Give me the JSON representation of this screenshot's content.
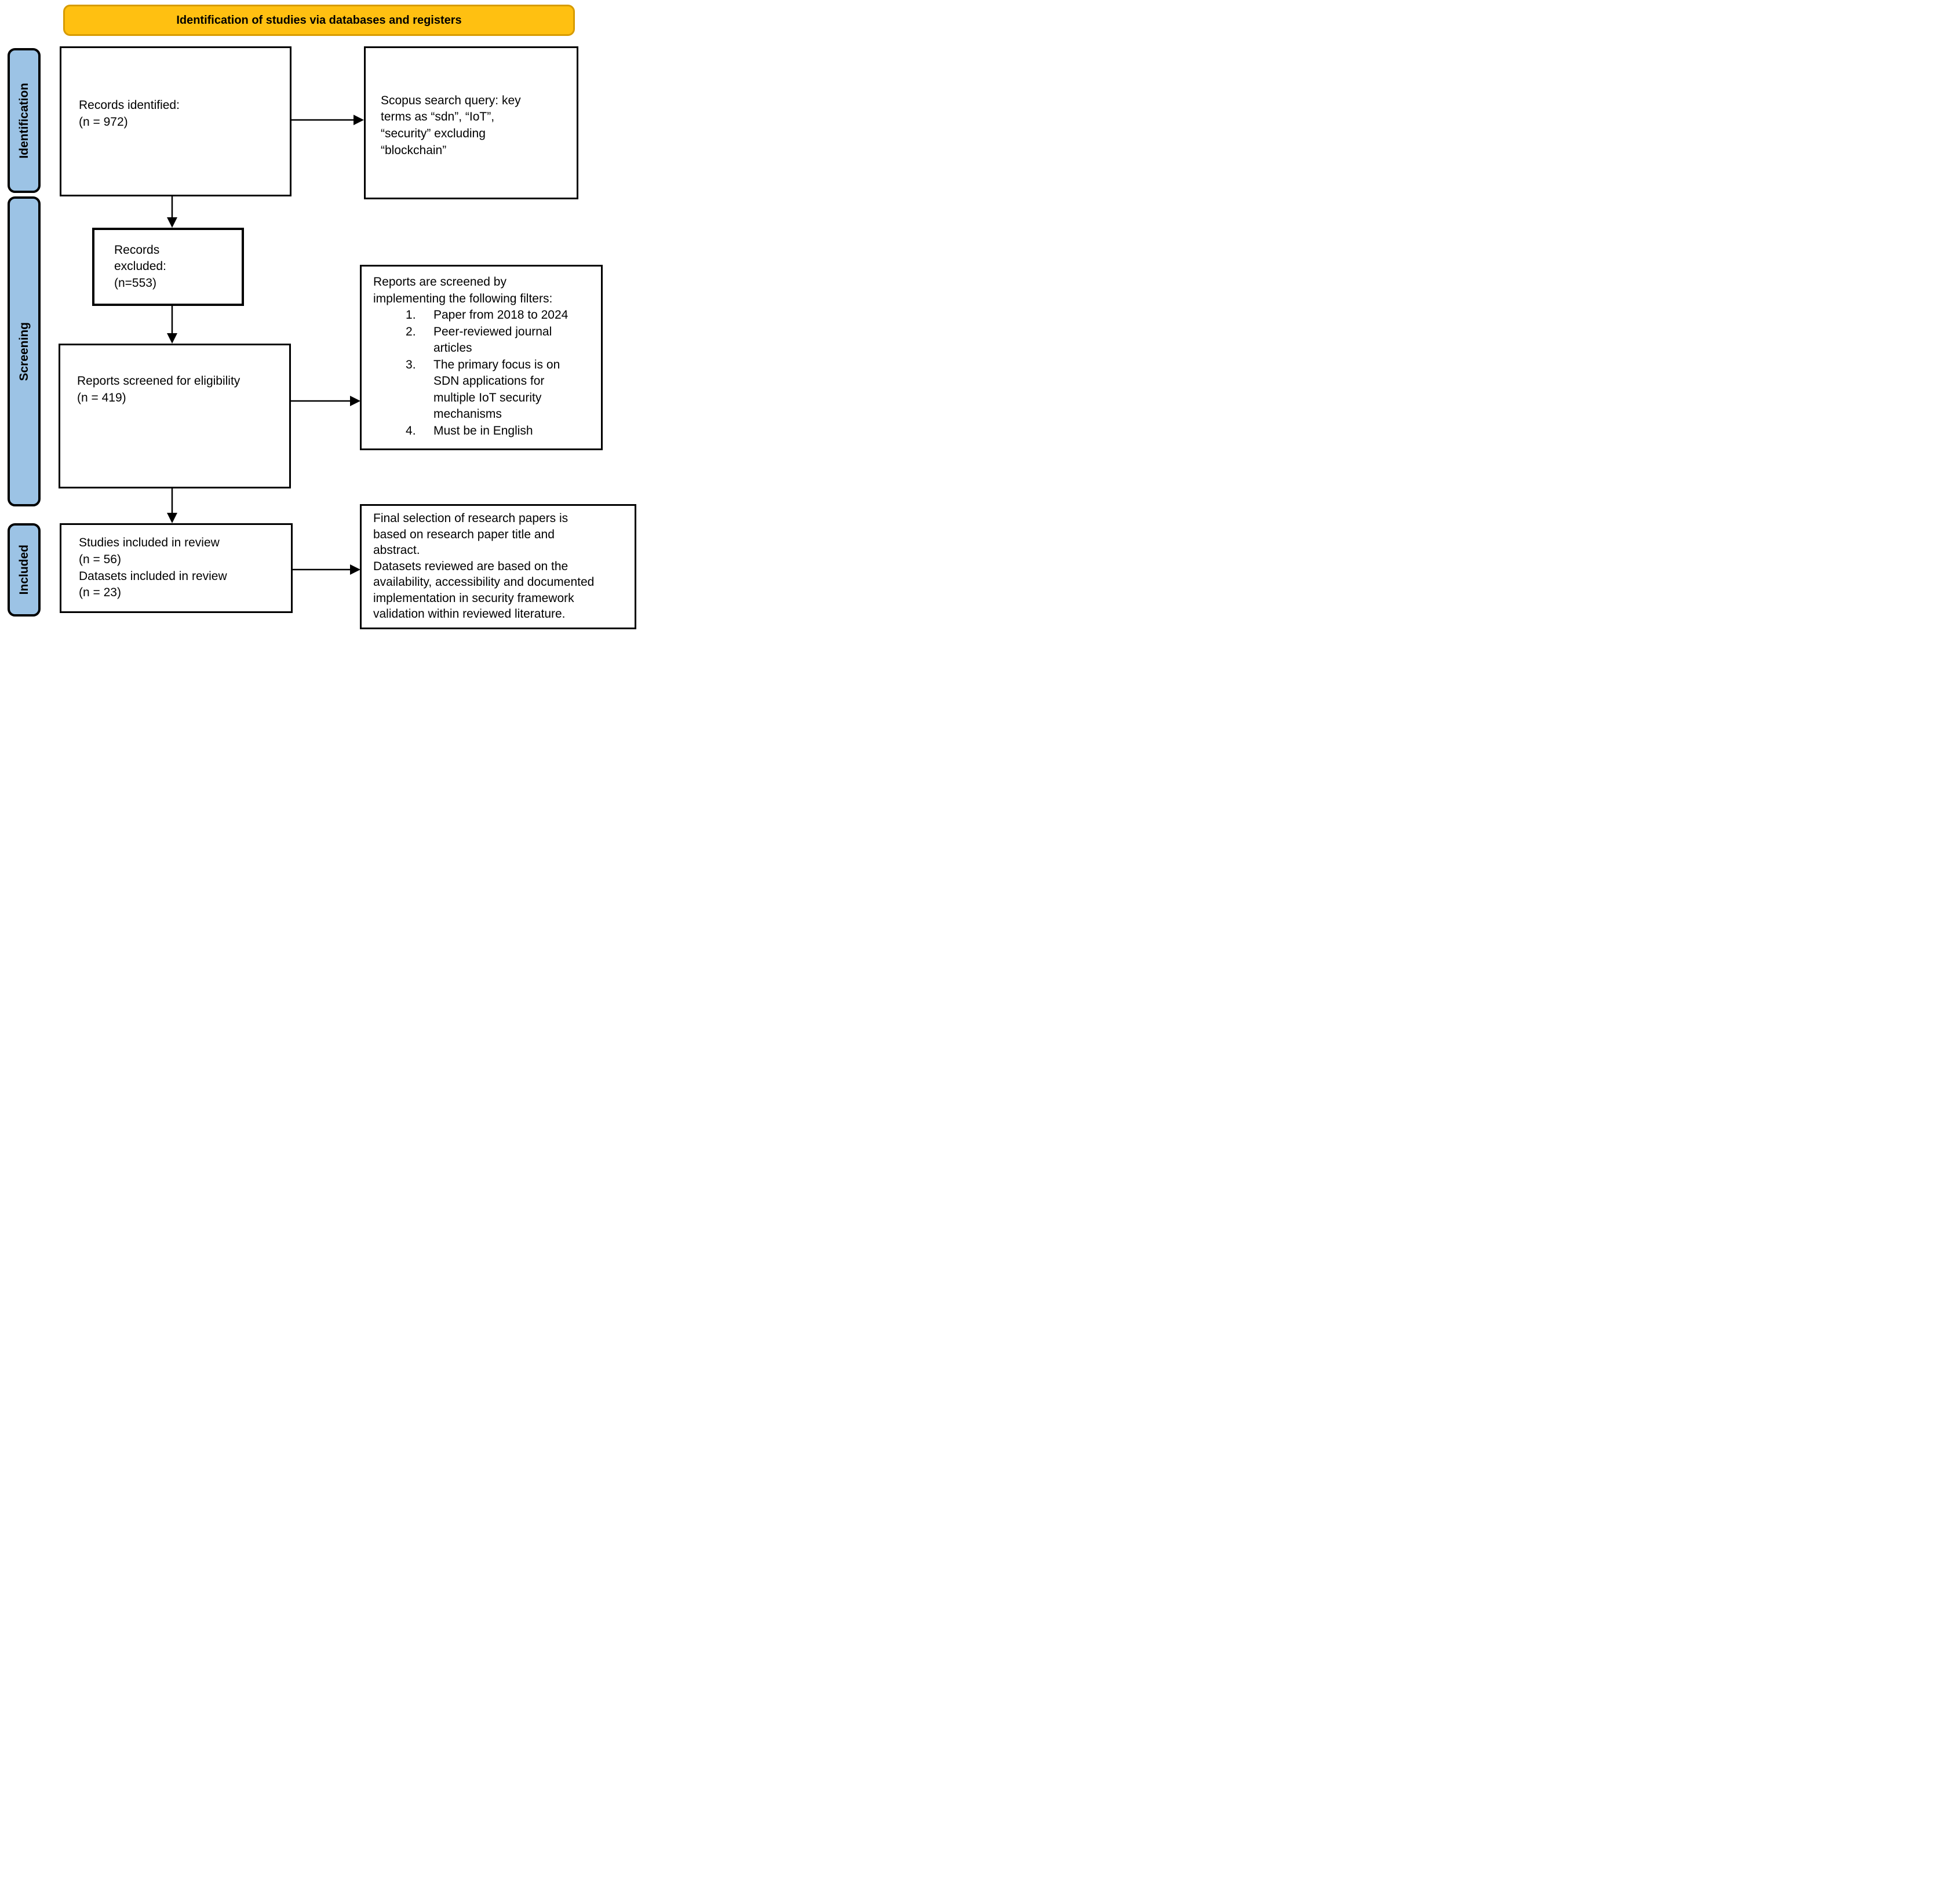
{
  "banner": {
    "label": "Identification of studies via databases and registers"
  },
  "stages": [
    {
      "id": "identification",
      "label": "Identification"
    },
    {
      "id": "screening",
      "label": "Screening"
    },
    {
      "id": "included",
      "label": "Included"
    }
  ],
  "boxes": {
    "records_identified": {
      "text": "Records identified:\n(n = 972)"
    },
    "scopus_query": {
      "text": "Scopus search query: key\nterms as “sdn”, “IoT”,\n“security” excluding\n“blockchain”"
    },
    "records_excluded": {
      "text": "Records\nexcluded:\n(n=553)"
    },
    "reports_screened": {
      "text": "Reports screened for eligibility\n(n = 419)"
    },
    "screening_filters": {
      "intro": "Reports are screened by\nimplementing the following filters:",
      "items": [
        "Paper from 2018 to 2024",
        "Peer-reviewed journal\narticles",
        "The primary focus is on\nSDN applications for\nmultiple IoT security\nmechanisms",
        "Must be in English"
      ]
    },
    "included_studies": {
      "text": "Studies included in review\n(n = 56)\nDatasets included in review\n(n = 23)"
    },
    "final_selection": {
      "text": "Final selection of research papers is\nbased on research paper title and\nabstract.\nDatasets reviewed are based on the\navailability, accessibility and documented\nimplementation in security framework\nvalidation within reviewed literature."
    }
  },
  "colors": {
    "banner_fill": "#FFC011",
    "banner_border": "#D79B00",
    "stage_fill": "#9CC3E5",
    "stage_border": "#000000",
    "box_border": "#000000",
    "text": "#000000",
    "background": "#FFFFFF"
  }
}
